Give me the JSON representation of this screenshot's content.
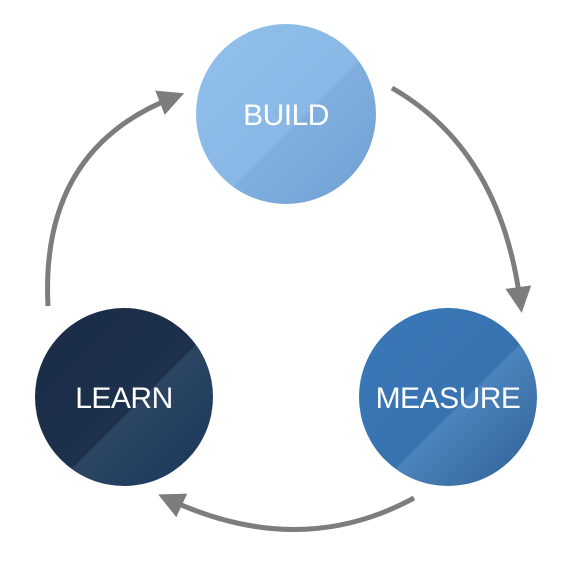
{
  "nodes": {
    "build": {
      "label": "BUILD"
    },
    "measure": {
      "label": "MEASURE"
    },
    "learn": {
      "label": "LEARN"
    }
  },
  "colors": {
    "build": "#8ab8e6",
    "measure": "#3b77b5",
    "learn": "#1c2f4a",
    "arrow": "#7d7d7d"
  }
}
